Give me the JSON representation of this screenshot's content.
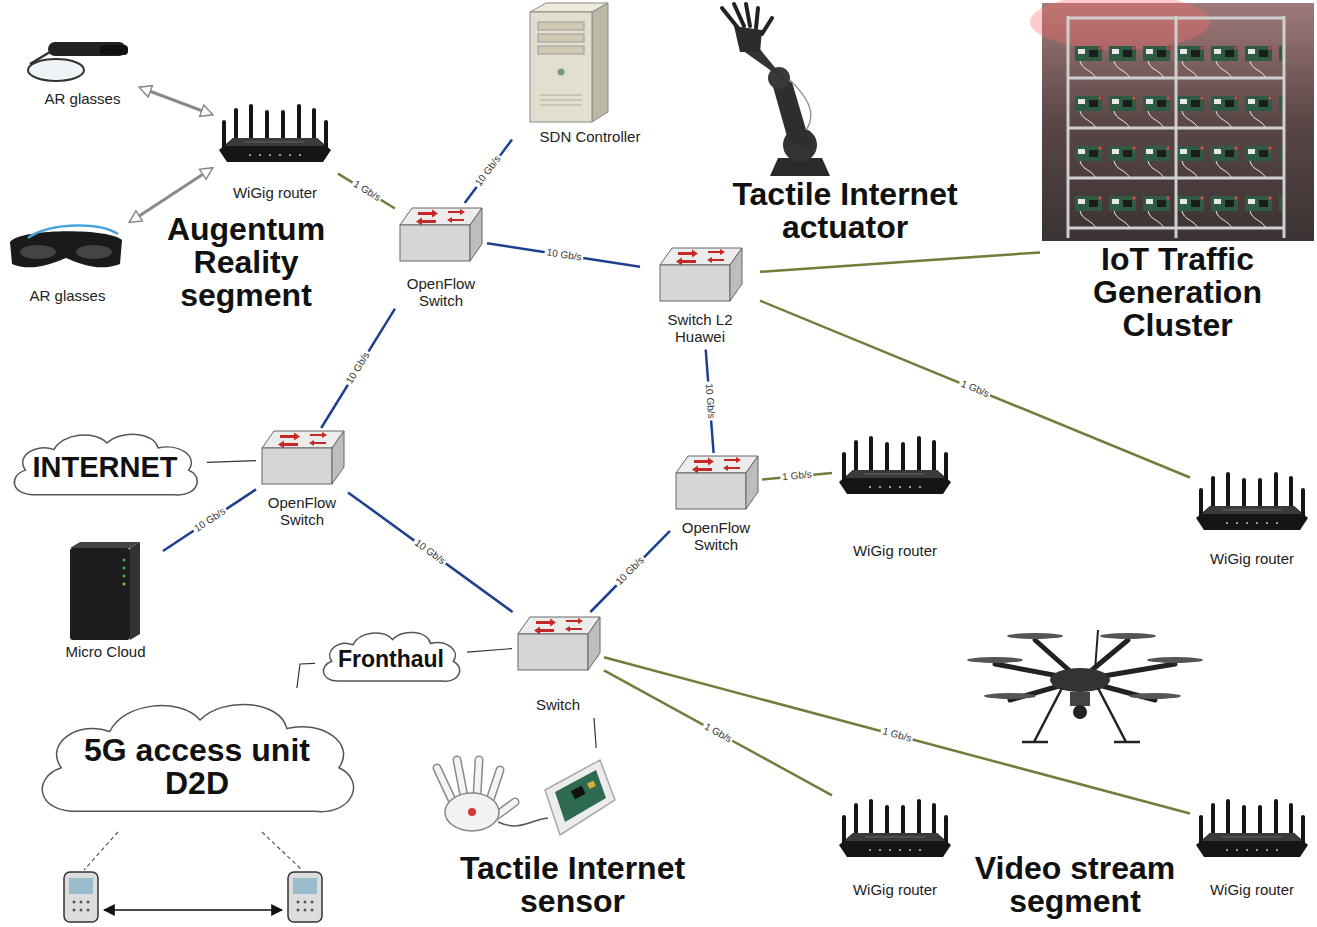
{
  "diagram": {
    "nodes": [
      {
        "text": [
          "AR glasses"
        ]
      },
      {
        "text": [
          "WiGig router"
        ]
      },
      {
        "text": [
          "AR glasses"
        ]
      },
      {
        "text": [
          "SDN Controller"
        ]
      },
      {
        "text": [
          "OpenFlow Switch"
        ]
      },
      {
        "text": [
          "Tactile Internet actuator"
        ]
      },
      {
        "text": [
          "IoT Traffic Generation Cluster"
        ]
      },
      {
        "text": [
          "Switch L2 Huawei"
        ]
      },
      {
        "text": [
          "INTERNET"
        ]
      },
      {
        "text": [
          "OpenFlow Switch"
        ]
      },
      {
        "text": [
          "OpenFlow Switch"
        ]
      },
      {
        "text": [
          "WiGig router"
        ]
      },
      {
        "text": [
          "WiGig router"
        ]
      },
      {
        "text": [
          "Micro Cloud"
        ]
      },
      {
        "text": [
          "Fronthaul"
        ]
      },
      {
        "text": [
          "Switch"
        ]
      },
      {
        "text": [
          "5G access unit D2D"
        ]
      },
      {
        "text": [
          "Tactile Internet sensor"
        ]
      },
      {
        "text": [
          "WiGig router"
        ]
      },
      {
        "text": [
          "WiGig router"
        ]
      }
    ],
    "edges": [
      {
        "from": 0,
        "to": 1,
        "arrow": "both"
      },
      {
        "from": 2,
        "to": 1,
        "arrow": "both"
      },
      {
        "from": 1,
        "to": 4,
        "label": "1 Gb/s",
        "arrow": "none"
      },
      {
        "from": 3,
        "to": 4,
        "label": "10 Gb/s",
        "arrow": "none"
      },
      {
        "from": 4,
        "to": 7,
        "label": "10 Gb/s",
        "arrow": "none"
      },
      {
        "from": 4,
        "to": 9,
        "label": "10 Gb/s",
        "arrow": "none"
      },
      {
        "from": 7,
        "to": 6,
        "arrow": "none"
      },
      {
        "from": 7,
        "to": 12,
        "label": "1 Gb/s",
        "arrow": "none"
      },
      {
        "from": 7,
        "to": 10,
        "label": "10 Gb/s",
        "arrow": "none"
      },
      {
        "from": 10,
        "to": 11,
        "label": "1 Gb/s",
        "arrow": "none"
      },
      {
        "from": 8,
        "to": 9,
        "arrow": "none"
      },
      {
        "from": 13,
        "to": 9,
        "label": "10 Gb/s",
        "arrow": "none"
      },
      {
        "from": 9,
        "to": 15,
        "label": "10 Gb/s",
        "arrow": "none"
      },
      {
        "from": 15,
        "to": 10,
        "label": "10 Gb/s",
        "arrow": "none"
      },
      {
        "from": 14,
        "to": 15,
        "arrow": "none"
      },
      {
        "from": 14,
        "to": 16,
        "arrow": "none"
      },
      {
        "from": 15,
        "to": 17,
        "arrow": "none"
      },
      {
        "from": 15,
        "to": 18,
        "label": "1 Gb/s",
        "arrow": "none"
      },
      {
        "from": 15,
        "to": 19,
        "label": "1 Gb/s",
        "arrow": "none"
      }
    ],
    "labels": [
      "Augentum Reality segment",
      "Video stream segment"
    ]
  }
}
